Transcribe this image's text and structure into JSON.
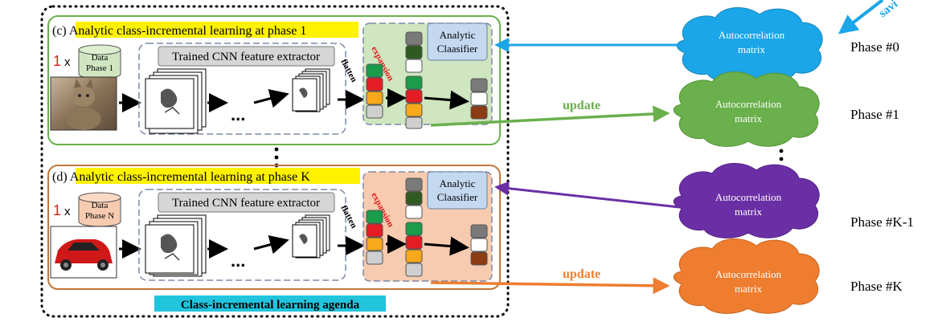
{
  "panels": [
    {
      "title": "(c) Analytic class-incremental learning at phase 1",
      "multiplier": "1",
      "times": "x",
      "data_label_1": "Data",
      "data_label_2": "Phase 1",
      "extractor_label": "Trained CNN feature extractor",
      "ellipsis": "...",
      "flatten_label": "flatten",
      "expansion_label": "expansion",
      "classifier_label_1": "Analytic",
      "classifier_label_2": "Claasifier",
      "input_image": "cat"
    },
    {
      "title": "(d) Analytic class-incremental learning at phase K",
      "multiplier": "1",
      "times": "x",
      "data_label_1": "Data",
      "data_label_2": "Phase N",
      "extractor_label": "Trained CNN feature extractor",
      "ellipsis": "...",
      "flatten_label": "flatten",
      "expansion_label": "expansion",
      "classifier_label_1": "Analytic",
      "classifier_label_2": "Claasifier",
      "input_image": "red car"
    }
  ],
  "agenda_label": "Class-incremental learning agenda",
  "clouds": [
    {
      "label_1": "Autocorrelation",
      "label_2": "matrix",
      "phase": "Phase #0",
      "color": "#1aa6e8"
    },
    {
      "label_1": "Autocorrelation",
      "label_2": "matrix",
      "phase": "Phase #1",
      "color": "#6ab04c"
    },
    {
      "label_1": "Autocorrelation",
      "label_2": "matrix",
      "phase": "Phase #K-1",
      "color": "#6b2fa5"
    },
    {
      "label_1": "Autocorrelation",
      "label_2": "matrix",
      "phase": "Phase #K",
      "color": "#ee7d30"
    }
  ],
  "update_label_1": "update",
  "update_label_2": "update",
  "top_arrow_text": "savi",
  "colors": {
    "title_highlight": "#fff200",
    "agenda_highlight": "#22c4dd",
    "panel1_border": "#6ab04c",
    "panel2_border": "#c0773a",
    "panel1_fill": "#cfe6c0",
    "panel2_fill": "#f7cbb0",
    "classifier_box": "#c4d8f0",
    "expansion_text": "#e31b1b"
  }
}
